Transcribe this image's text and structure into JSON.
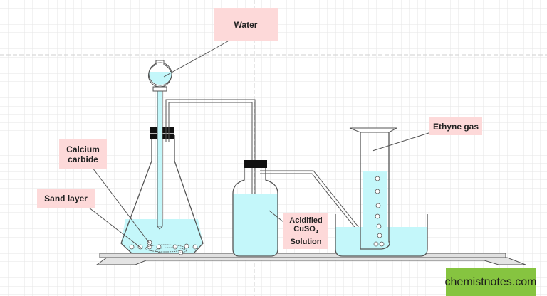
{
  "labels": {
    "water": "Water",
    "calcium_carbide_line1": "Calcium",
    "calcium_carbide_line2": "carbide",
    "sand_layer": "Sand layer",
    "acidified_line1": "Acidified",
    "acidified_line2": "CuSO",
    "acidified_subscript": "4",
    "acidified_line3": "Solution",
    "ethyne_gas": "Ethyne gas"
  },
  "watermark": "chemistnotes.com",
  "colors": {
    "liquid": "#c4f7fa",
    "label_background": "#fdd9d9",
    "brand_background": "#86c440",
    "stopper": "#111111"
  }
}
